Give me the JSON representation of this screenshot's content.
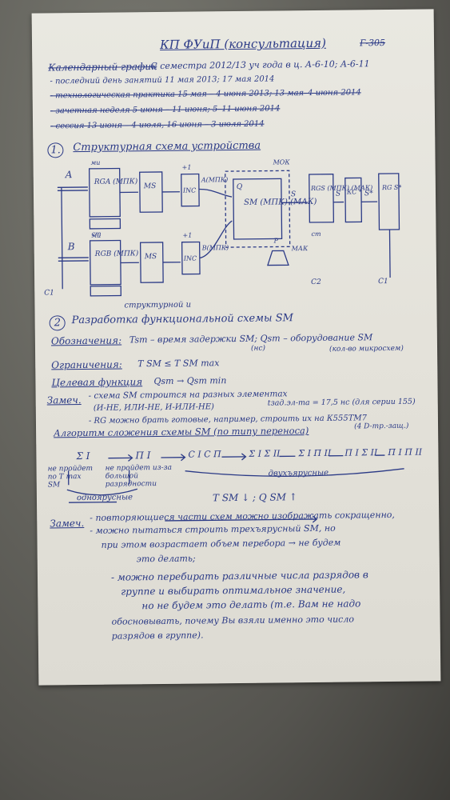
{
  "header": {
    "title": "КП ФУиП (консультация)",
    "room": "Г-305"
  },
  "schedule": {
    "heading": "Календарный график",
    "line1": "С семестра 2012/13 уч года в ц. А-6-10; А-6-11",
    "line2": "- последний день занятий 11 мая 2013; 17 мая 2014",
    "line3": "- технологическая практика 15 мая – 4 июня 2013; 13 мая–4 июня 2014",
    "line4": "- зачетная неделя 5 июня – 11 июня; 5–11 июня 2014",
    "line5": "- сессия 13 июня – 4 июля, 16 июня – 3 июля 2014"
  },
  "section1": {
    "number": "1.",
    "title": "Структурная схема устройства",
    "labels": {
      "A": "A",
      "B": "B",
      "rga": "RGA (МПК)",
      "rgb": "RGB (МПК)",
      "ms": "MS",
      "inc": "INC",
      "amuk": "A(МПК)",
      "bmuk": "B(МПК)",
      "sm": "SM (МПК) (МАК)",
      "rgs": "RGS (МПК) (МАК)",
      "kc": "КС *",
      "rg": "RG S*",
      "mok": "МОК",
      "s": "S",
      "sstar": "S*",
      "p": "P",
      "c1": "C1",
      "c2": "C2",
      "ct": "ст",
      "plus1": "+1",
      "mi": "ми",
      "mak": "МАК",
      "q": "Q"
    }
  },
  "section2": {
    "number": "2",
    "title": "Разработка функциональной схемы SM",
    "title_insert": "структурной и",
    "notation_label": "Обозначения:",
    "notation_text": "Tsm – время задержки SM; Qsm – оборудование SM",
    "notation_sub": "(кол-во микросхем)",
    "notation_sub2": "(нс)",
    "constraint_label": "Ограничения:",
    "constraint_text": "T SM ≤ T SM max",
    "target_label": "Целевая функция",
    "target_text": "Qsm → Qsm min",
    "remarks_label": "Замеч.",
    "remark1": "- схема SM строится на разных элементах",
    "remark1b": "(И-НЕ, ИЛИ-НЕ, И-ИЛИ-НЕ)",
    "remark1c": "tзад.эл-та = 17,5 нс (для серии 155)",
    "remark2": "- RG можно брать готовые, например, строить их на К555ТМ7",
    "remark2b": "(4 D-тр.-защ.)",
    "algo_label": "Алгоритм сложения схемы SM (по типу переноса)"
  },
  "flow": {
    "s1": "Σ I",
    "s2": "П I",
    "s3": "С I С П",
    "s4": "Σ I Σ II",
    "s5": "Σ I П II",
    "s6": "П I Σ II",
    "s7": "П I П II",
    "note_left": "не пройдет по T max SM",
    "note_mid": "не пройдет из-за большой разрядности",
    "single": "одноярусные",
    "double": "двухъярусные",
    "arrow_label": "T SM ↓ ; Q SM ↑"
  },
  "remarks2": {
    "label": "Замеч.",
    "r1": "- повторяющиеся части схем можно изображать сокращенно,",
    "r2": "- можно пытаться строить трехъярусный SM, но",
    "r2b": "при этом возрастает объем перебора → не будем",
    "r2c": "это делать;",
    "r3": "- можно перебирать различные числа разрядов в",
    "r3b": "группе и выбирать оптимальное значение,",
    "r3c": "но не будем это делать (т.е. Вам не надо",
    "r3d": "обосновывать, почему Вы взяли именно это число",
    "r3e": "разрядов в группе)."
  }
}
